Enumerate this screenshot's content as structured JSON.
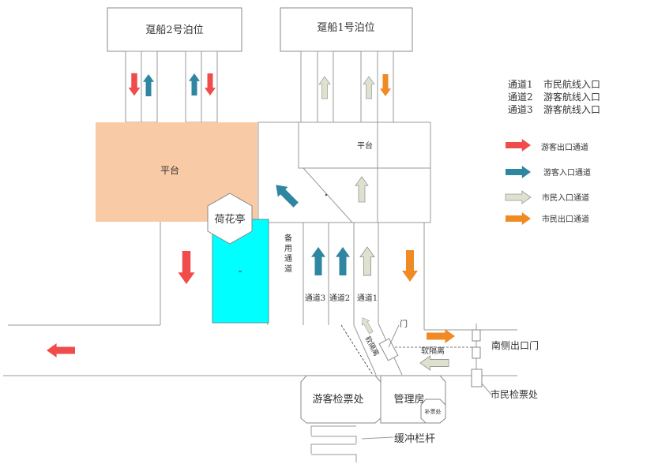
{
  "diagram": {
    "title": "码头通道布局示意图",
    "berths": [
      {
        "label": "趸船2号泊位"
      },
      {
        "label": "趸船1号泊位"
      }
    ],
    "areas": {
      "platform_left": "平台",
      "platform_right": "平台",
      "pavilion": "荷花亭",
      "spare_channel": "备用通道",
      "pond_marker": "=",
      "channel3": "通道3",
      "channel2": "通道2",
      "channel1": "通道1",
      "gate": "门",
      "soft_isolation_diag": "软隔离",
      "soft_isolation_horiz": "软隔离",
      "south_exit": "南侧出口门",
      "citizen_checkpoint": "市民检票处",
      "tourist_checkpoint": "游客检票处",
      "management": "管理房",
      "supplement_ticket": "补票处",
      "buffer_rail": "缓冲栏杆"
    },
    "channel_notes": [
      {
        "channel": "通道1",
        "purpose": "市民航线入口"
      },
      {
        "channel": "通道2",
        "purpose": "游客航线入口"
      },
      {
        "channel": "通道3",
        "purpose": "游客航线入口"
      }
    ],
    "legend": [
      {
        "label": "游客出口通道",
        "color": "#f04c4c",
        "icon": "arrow-right-icon"
      },
      {
        "label": "游客入口通道",
        "color": "#2f86a0",
        "icon": "arrow-right-icon"
      },
      {
        "label": "市民入口通道",
        "color": "#dde2cf",
        "icon": "arrow-right-icon"
      },
      {
        "label": "市民出口通道",
        "color": "#f08a24",
        "icon": "arrow-right-icon"
      }
    ],
    "colors": {
      "platform_fill": "#f8cba6",
      "pond_fill": "#00ffff",
      "tourist_exit": "#f04c4c",
      "tourist_entry": "#2f86a0",
      "citizen_entry": "#dde2cf",
      "citizen_exit": "#f08a24"
    }
  }
}
